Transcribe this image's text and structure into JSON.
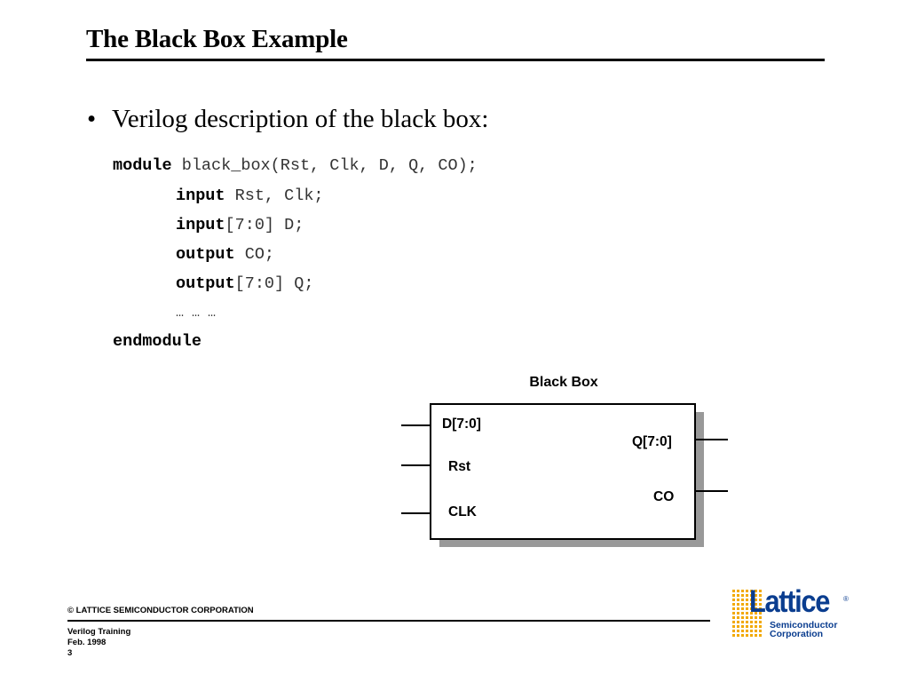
{
  "slide": {
    "title": "The Black Box Example",
    "bullet_symbol": "•",
    "bullet_text": "Verilog description of the black box:"
  },
  "code": {
    "lines": [
      {
        "keyword": "module",
        "rest": " black_box(Rst, Clk, D, Q, CO);"
      },
      {
        "keyword": "input",
        "rest": " Rst, Clk;"
      },
      {
        "keyword": "input",
        "rest": "[7:0] D;"
      },
      {
        "keyword": "output",
        "rest": " CO;"
      },
      {
        "keyword": "output",
        "rest": "[7:0] Q;"
      },
      {
        "keyword": "",
        "rest": "… … …"
      },
      {
        "keyword": "endmodule",
        "rest": ""
      }
    ]
  },
  "diagram": {
    "title": "Black Box",
    "inputs": [
      "D[7:0]",
      "Rst",
      "CLK"
    ],
    "outputs": [
      "Q[7:0]",
      "CO"
    ]
  },
  "footer": {
    "copyright": "© LATTICE SEMICONDUCTOR CORPORATION",
    "course": "Verilog Training",
    "date": "Feb.  1998",
    "page": "3"
  },
  "logo": {
    "name": "Lattice",
    "registered": "®",
    "line1": "Semiconductor",
    "line2": "Corporation",
    "brand_color": "#0a3d8f",
    "dots_color": "#f2a900"
  }
}
